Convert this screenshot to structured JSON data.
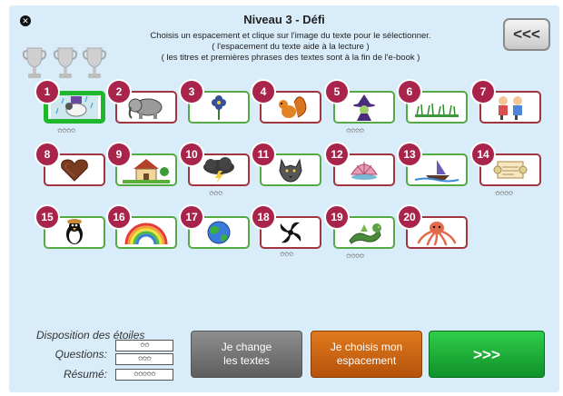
{
  "header": {
    "title": "Niveau 3 - Défi",
    "instruction_line1": "Choisis un espacement et clique sur l'image du texte pour le sélectionner.",
    "instruction_line2": "( l'espacement du texte aide à la lecture )",
    "instruction_line3": "( les titres et premières phrases des textes sont à la fin de l'e-book )",
    "back_label": "<<<",
    "close_icon": "close-icon"
  },
  "trophies": {
    "count": 3,
    "icon": "trophy-icon",
    "color": "#c9c9c9"
  },
  "texts": [
    {
      "number": "1",
      "picture": "rain-sheep-picture",
      "stars": "✩✩✩✩",
      "border": "green",
      "selected": true
    },
    {
      "number": "2",
      "picture": "elephant-picture",
      "stars": "",
      "border": "red"
    },
    {
      "number": "3",
      "picture": "flower-picture",
      "stars": "",
      "border": "green"
    },
    {
      "number": "4",
      "picture": "squirrel-picture",
      "stars": "",
      "border": "red"
    },
    {
      "number": "5",
      "picture": "witch-picture",
      "stars": "✩✩✩✩",
      "border": "green"
    },
    {
      "number": "6",
      "picture": "grass-picture",
      "stars": "",
      "border": "green"
    },
    {
      "number": "7",
      "picture": "children-picture",
      "stars": "",
      "border": "red"
    },
    {
      "number": "8",
      "picture": "chocolate-picture",
      "stars": "",
      "border": "red"
    },
    {
      "number": "9",
      "picture": "house-picture",
      "stars": "",
      "border": "green"
    },
    {
      "number": "10",
      "picture": "storm-cloud-picture",
      "stars": "✩✩✩",
      "border": "red"
    },
    {
      "number": "11",
      "picture": "wolf-picture",
      "stars": "",
      "border": "green"
    },
    {
      "number": "12",
      "picture": "shell-picture",
      "stars": "",
      "border": "red"
    },
    {
      "number": "13",
      "picture": "boat-picture",
      "stars": "",
      "border": "green"
    },
    {
      "number": "14",
      "picture": "scroll-picture",
      "stars": "✩✩✩✩",
      "border": "red"
    },
    {
      "number": "15",
      "picture": "penguin-picture",
      "stars": "",
      "border": "green"
    },
    {
      "number": "16",
      "picture": "rainbow-picture",
      "stars": "",
      "border": "green"
    },
    {
      "number": "17",
      "picture": "earth-picture",
      "stars": "",
      "border": "green"
    },
    {
      "number": "18",
      "picture": "black-hole-picture",
      "stars": "✩✩✩",
      "border": "red"
    },
    {
      "number": "19",
      "picture": "dragon-picture",
      "stars": "✩✩✩✩",
      "border": "green"
    },
    {
      "number": "20",
      "picture": "octopus-picture",
      "stars": "",
      "border": "red"
    }
  ],
  "legend": {
    "title": "Disposition des étoiles",
    "questions_label": "Questions:",
    "questions_stars_1": "✩✩",
    "questions_stars_2": "✩✩✩",
    "summary_label": "Résumé:",
    "summary_stars": "✩✩✩✩✩"
  },
  "buttons": {
    "change_texts": "Je change\nles textes",
    "choose_spacing": "Je choisis mon\nespacement",
    "next": ">>>"
  },
  "colors": {
    "background": "#d9ecf9",
    "number_badge": "#a9244b",
    "green_border": "#55aa44",
    "red_border": "#a2343f",
    "selected_border": "#1fb82d",
    "gray_button": "#6f6f6f",
    "orange_button": "#cc6613",
    "green_button": "#1fae3a"
  }
}
